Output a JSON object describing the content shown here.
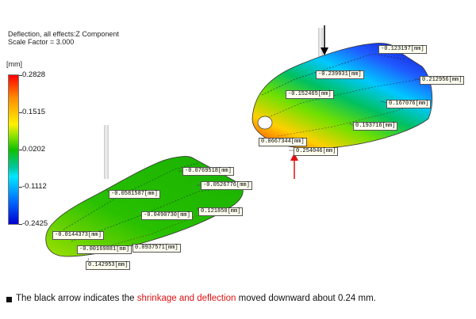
{
  "header": {
    "line1": "Deflection, all effects:Z Component",
    "line2": "Scale Factor = 3.000"
  },
  "legend": {
    "unit": "[mm]",
    "ticks": [
      "0.2828",
      "0.1515",
      "0.0202",
      "-0.1112",
      "-0.2425"
    ]
  },
  "labels_right": [
    "-0.123197[mm]",
    "-0.239931[mm]",
    "0.212956[mm]",
    "-0.152465[mm]",
    "0.167076[mm]",
    "0.193716[mm]",
    "0.0667344[mm]",
    "0.254046[mm]"
  ],
  "labels_left": [
    "-0.0769518[mm]",
    "-0.0581587[mm]",
    "-0.0526776[mm]",
    "0.121850[mm]",
    "-0.0490730[mm]",
    "-0.0144373[mm]",
    "-0.00169881[mm]",
    "0.0937571[mm]",
    "0.142953[mm]"
  ],
  "caption": {
    "before": "The black arrow indicates the ",
    "highlight": "shrinkage and deflection",
    "after": " moved downward about 0.24 mm."
  },
  "colors": {
    "highlight": "#e01010",
    "scale_top": "#ff0000",
    "scale_bottom": "#0000d0"
  }
}
